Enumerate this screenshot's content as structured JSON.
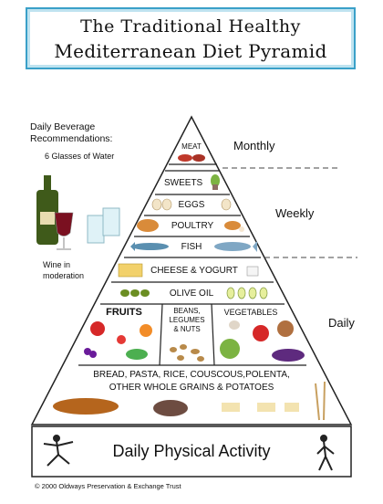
{
  "title": {
    "line1": "The Traditional Healthy",
    "line2": "Mediterranean Diet Pyramid"
  },
  "beverage": {
    "heading_line1": "Daily Beverage",
    "heading_line2": "Recommendations:",
    "water": "6 Glasses of Water",
    "wine_line1": "Wine in",
    "wine_line2": "moderation"
  },
  "tiers": {
    "meat": "MEAT",
    "sweets": "SWEETS",
    "eggs": "EGGS",
    "poultry": "POULTRY",
    "fish": "FISH",
    "cheese": "CHEESE & YOGURT",
    "olive_oil": "OLIVE OIL",
    "fruits": "FRUITS",
    "beans_line1": "BEANS,",
    "beans_line2": "LEGUMES",
    "beans_line3": "& NUTS",
    "vegetables": "VEGETABLES",
    "grains_line1": "BREAD, PASTA, RICE, COUSCOUS,POLENTA,",
    "grains_line2": "OTHER WHOLE GRAINS & POTATOES",
    "activity": "Daily Physical Activity"
  },
  "frequency": {
    "monthly": "Monthly",
    "weekly": "Weekly",
    "daily": "Daily"
  },
  "copyright": "© 2000 Oldways Preservation & Exchange Trust",
  "colors": {
    "title_border": "#3aa0c8",
    "meat": "#c0392b",
    "fish": "#5a8fb0",
    "poultry": "#d98b3a",
    "olive": "#6b8e23",
    "grain": "#c8a060"
  }
}
